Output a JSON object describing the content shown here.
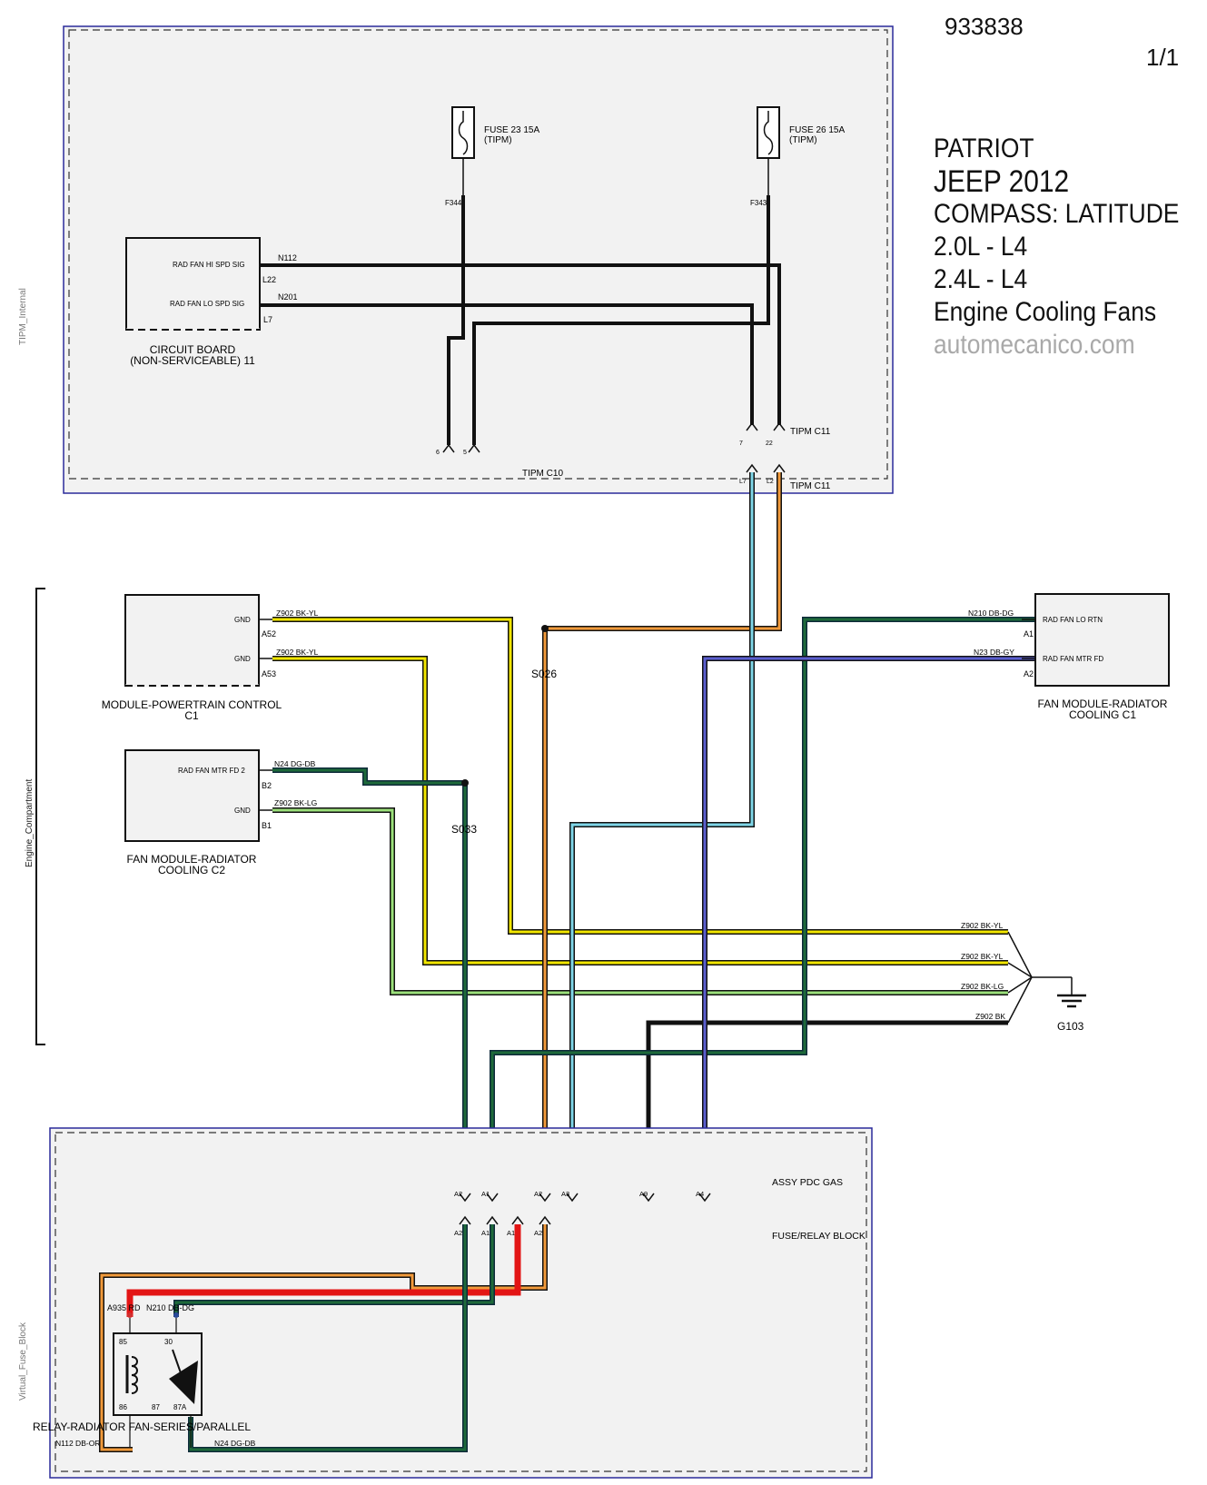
{
  "header": {
    "doc_id": "933838",
    "page": "1/1",
    "title_lines": [
      "PATRIOT",
      "JEEP 2012",
      "COMPASS: LATITUDE",
      "2.0L - L4",
      "2.4L - L4",
      "Engine Cooling Fans"
    ],
    "site": "automecanico.com"
  },
  "zones": {
    "tipm_internal": "TIPM_Internal",
    "engine_compartment": "Engine_Compartment",
    "virtual_fuse_block": "Virtual_Fuse_Block"
  },
  "components": {
    "fuse23": [
      "FUSE 23 15A",
      "(TIPM)"
    ],
    "fuse26": [
      "FUSE 26 15A",
      "(TIPM)"
    ],
    "fuse23_pin": "F344",
    "fuse26_pin": "F343",
    "circuit_board": {
      "label": [
        "CIRCUIT BOARD",
        "(NON-SERVICEABLE) 11"
      ],
      "sig_hi": "RAD FAN HI SPD SIG",
      "sig_lo": "RAD FAN LO SPD SIG",
      "pin_hi": "L22",
      "pin_lo": "L7",
      "wire_hi": "N112",
      "wire_lo": "N201"
    },
    "tipm_c10": "TIPM C10",
    "tipm_c11": "TIPM C11",
    "tipm_pins": [
      "6",
      "5",
      "7",
      "22"
    ],
    "tipm_c11_pins_lower": [
      "L7",
      "L2"
    ],
    "pcm": {
      "label": [
        "MODULE-POWERTRAIN CONTROL",
        "C1"
      ],
      "pin_a52_name": "GND",
      "pin_a53_name": "GND",
      "pin_a52": "A52",
      "pin_a53": "A53",
      "wire_a52": "Z902 BK-YL",
      "wire_a53": "Z902 BK-YL"
    },
    "fan_c2": {
      "label": [
        "FAN MODULE-RADIATOR",
        "COOLING C2"
      ],
      "pin_b2_name": "RAD FAN MTR FD 2",
      "pin_b1_name": "GND",
      "pin_b2": "B2",
      "pin_b1": "B1",
      "wire_b2": "N24 DG-DB",
      "wire_b1": "Z902 BK-LG"
    },
    "fan_c1": {
      "label": [
        "FAN MODULE-RADIATOR",
        "COOLING C1"
      ],
      "pin_a1_name": "RAD FAN LO RTN",
      "pin_a2_name": "RAD FAN MTR FD",
      "pin_a1": "A1",
      "pin_a2": "A2",
      "wire_a1": "N210 DB-DG",
      "wire_a2": "N23 DB-GY"
    },
    "splices": [
      "S026",
      "S033"
    ],
    "ground": {
      "name": "G103",
      "wires": [
        "Z902 BK-YL",
        "Z902 BK-YL",
        "Z902 BK-LG",
        "Z902 BK"
      ]
    },
    "pdc": {
      "label1": "ASSY PDC GAS",
      "label2": "FUSE/RELAY BLOCK",
      "upper_pins": [
        "A2",
        "A1",
        "A2",
        "A3",
        "A9",
        "A4"
      ],
      "lower_pins": [
        "A2",
        "A1",
        "A1",
        "A2"
      ]
    },
    "relay": {
      "label": "RELAY-RADIATOR FAN-SERIES/PARALLEL",
      "pins": [
        "85",
        "30",
        "86",
        "87",
        "87A"
      ],
      "wire_85": "A935 RD",
      "wire_30": "N210 DB-DG",
      "wire_86": "N112 DB-OR",
      "wire_87a": "N24 DG-DB"
    }
  },
  "colors": {
    "black": "#111111",
    "yellow": "#f2e600",
    "orange": "#f29a3a",
    "light_blue": "#7fd6e8",
    "dark_green": "#1e6a3a",
    "dark_blue": "#1a2d8c",
    "light_green": "#9be07a",
    "gray": "#8a8a8a",
    "red": "#e31515",
    "box_fill": "#f2f2f2",
    "frame_blue": "#2a2a9a"
  }
}
